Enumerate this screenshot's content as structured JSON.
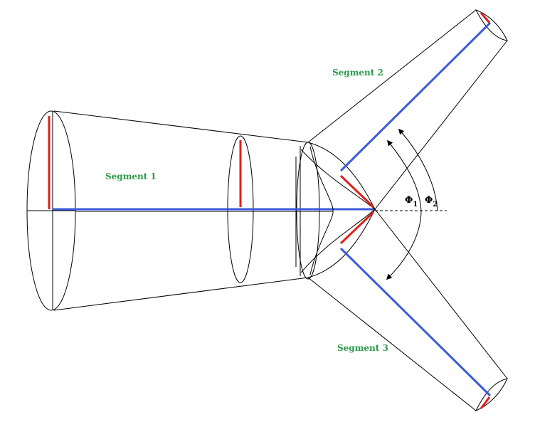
{
  "labels": {
    "segment1": "Segment 1",
    "segment2": "Segment 2",
    "segment3": "Segment 3",
    "phi_symbol": "Φ",
    "phi1_subscript": "1",
    "phi2_subscript": "2"
  },
  "colors": {
    "outline": "#000000",
    "axis": "#3b5bdb",
    "radius_marker": "#e0201c",
    "label": "#2e9a4a"
  }
}
